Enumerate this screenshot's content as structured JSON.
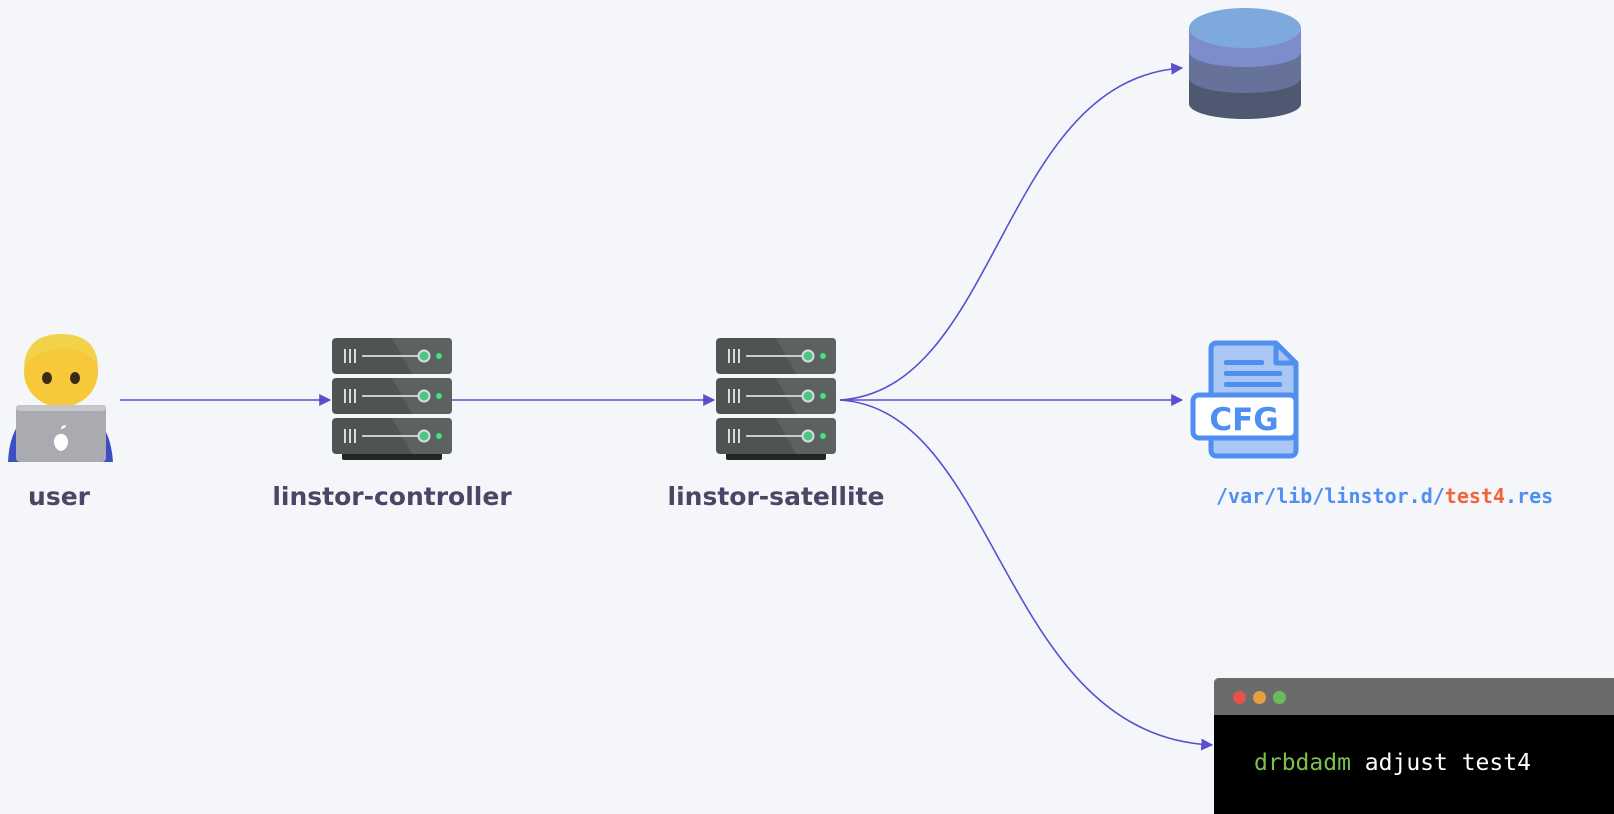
{
  "nodes": {
    "user": {
      "label": "user",
      "icon": "man-technologist-icon"
    },
    "controller": {
      "label": "linstor-controller",
      "icon": "server-rack-icon"
    },
    "satellite": {
      "label": "linstor-satellite",
      "icon": "server-rack-icon"
    },
    "database": {
      "icon": "database-icon"
    },
    "config": {
      "icon": "cfg-file-icon",
      "badge": "CFG",
      "path_prefix": "/var/lib/linstor.d/",
      "path_highlight": "test4",
      "path_suffix": ".res"
    },
    "terminal": {
      "icon": "terminal-window-icon",
      "command": "drbdadm",
      "args": " adjust test4"
    }
  },
  "edges": [
    {
      "from": "user",
      "to": "controller"
    },
    {
      "from": "controller",
      "to": "satellite"
    },
    {
      "from": "satellite",
      "to": "database"
    },
    {
      "from": "satellite",
      "to": "config"
    },
    {
      "from": "satellite",
      "to": "terminal"
    }
  ],
  "colors": {
    "background": "#f5f6fa",
    "edge": "#5a4fcf",
    "label": "#4a4766",
    "path": "#4f8ff0",
    "path_highlight": "#f0643a",
    "command": "#7cc04b"
  }
}
